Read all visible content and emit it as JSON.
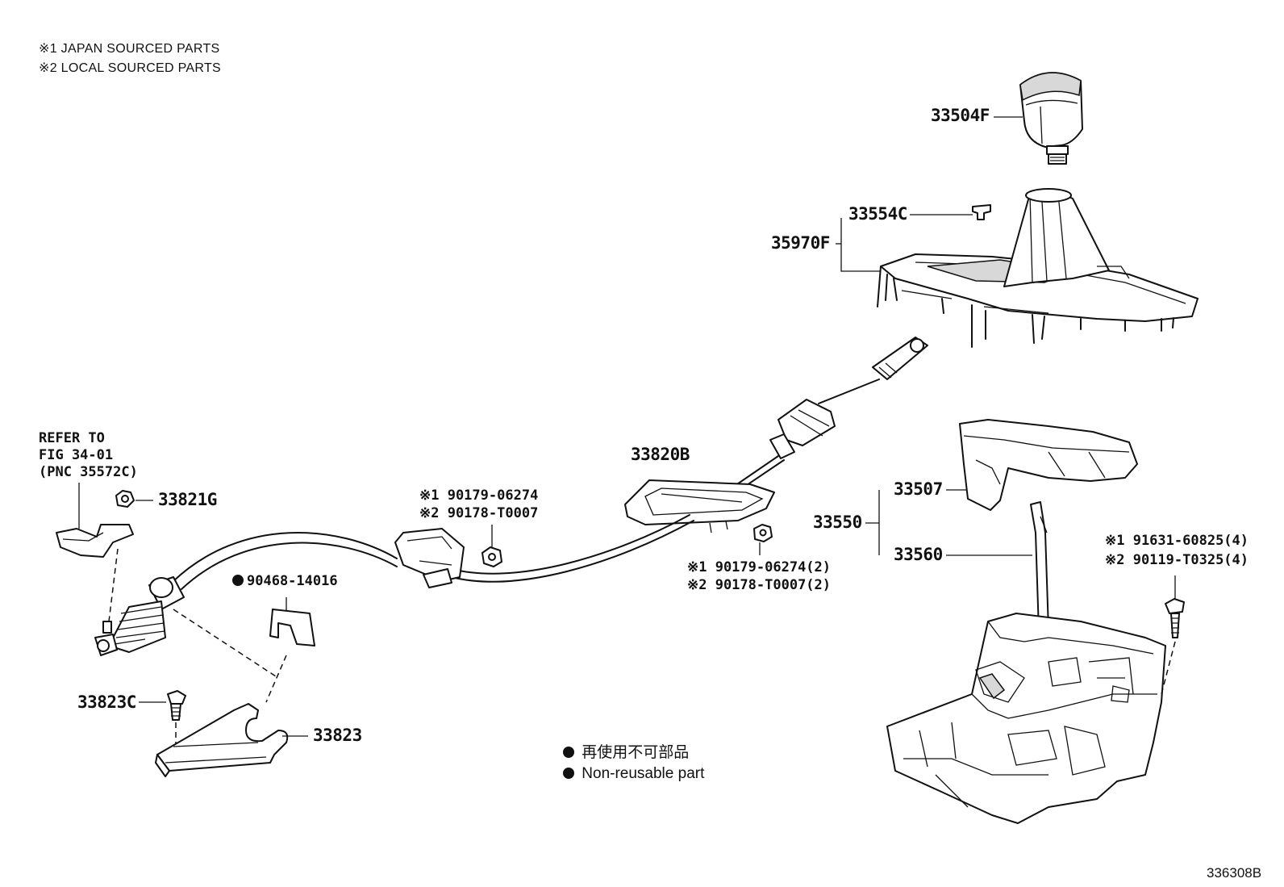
{
  "header_notes": [
    "※1 JAPAN SOURCED PARTS",
    "※2 LOCAL SOURCED PARTS"
  ],
  "parts": {
    "knob": "33504F",
    "clip": "33554C",
    "cover": "35970F",
    "cable_retainer": "33820B",
    "nut_left": "33821G",
    "clip_90468": "90468-14016",
    "bolt": "33823C",
    "bracket": "33823",
    "indicator": "33507",
    "assembly": "33550",
    "lever": "33560"
  },
  "refer": {
    "line1": "REFER TO",
    "line2": "FIG 34-01",
    "line3": "(PNC 35572C)"
  },
  "dual_parts": {
    "nut_mid_1": "※1 90179-06274",
    "nut_mid_2": "※2 90178-T0007",
    "nut_right_1": "※1 90179-06274(2)",
    "nut_right_2": "※2 90178-T0007(2)",
    "bolt_right_1": "※1 91631-60825(4)",
    "bolt_right_2": "※2 90119-T0325(4)"
  },
  "legend": {
    "jp": "再使用不可部品",
    "en": "Non-reusable part"
  },
  "figure_id": "336308B"
}
